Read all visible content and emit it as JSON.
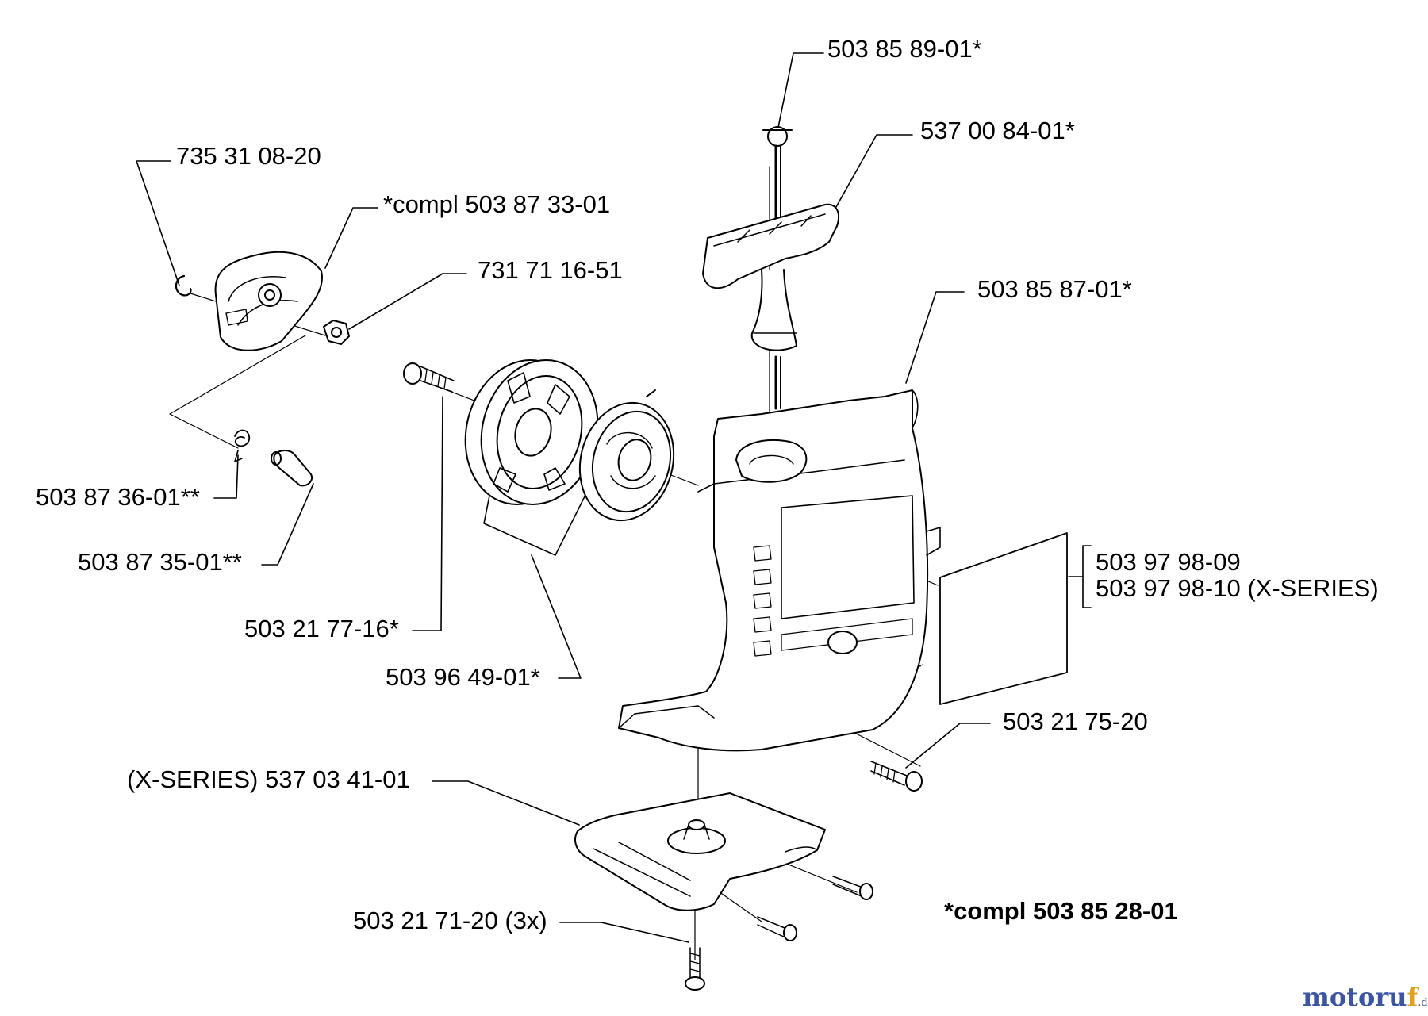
{
  "labels": {
    "p_503858901": "503 85 89-01*",
    "p_735310820": "735 31 08-20",
    "p_537008401": "537 00 84-01*",
    "p_compl503873301": "*compl 503 87 33-01",
    "p_731711651": "731 71 16-51",
    "p_503858701": "503 85 87-01*",
    "p_503873601": "503 87 36-01**",
    "p_503873501": "503 87 35-01**",
    "p_503979809": "503 97 98-09",
    "p_503979810": "503 97 98-10 (X-SERIES)",
    "p_503217716": "503 21 77-16*",
    "p_503964901": "503 96 49-01*",
    "p_503217520": "503 21 75-20",
    "p_537034101": "(X-SERIES) 537 03 41-01",
    "p_503217120": "503 21 71-20 (3x)",
    "compl_note": "*compl 503 85 28-01"
  },
  "watermark": {
    "part_a": "motoru",
    "part_b": "f",
    "part_c": ".de"
  }
}
